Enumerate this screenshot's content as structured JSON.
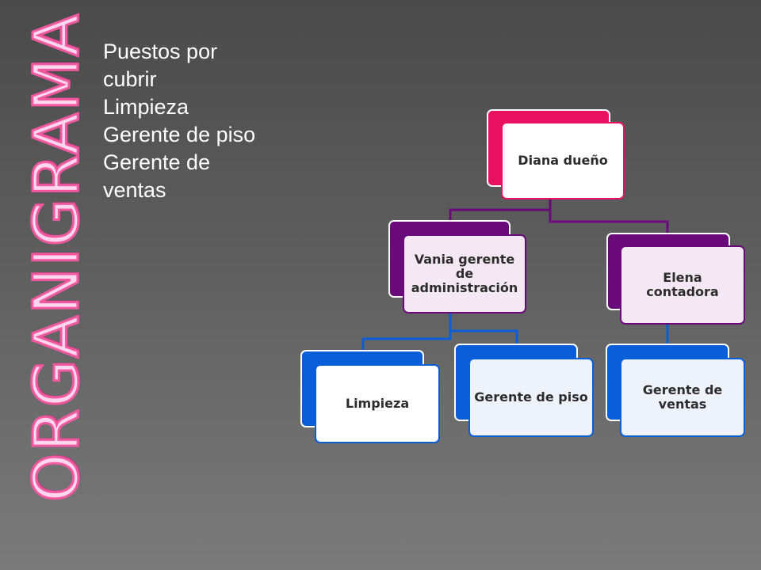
{
  "slide": {
    "title": "ORGANIGRAMA",
    "positions_list": [
      "Puestos por cubrir",
      "Limpieza",
      "Gerente de piso",
      "Gerente de ventas"
    ]
  },
  "org_chart": {
    "root": {
      "label": "Diana dueño"
    },
    "level1": [
      {
        "label": "Vania gerente de administración"
      },
      {
        "label": "Elena contadora"
      }
    ],
    "level2": [
      {
        "label": "Limpieza",
        "parent": "Vania gerente de administración"
      },
      {
        "label": "Gerente de piso",
        "parent": "Vania gerente de administración"
      },
      {
        "label": "Gerente de ventas",
        "parent": "Elena contadora"
      }
    ]
  },
  "colors": {
    "title_fill": "#ffd6ee",
    "title_stroke": "#f0589f",
    "root": "#e8105f",
    "level1": "#6a0a7a",
    "level2": "#0a5fd8"
  }
}
